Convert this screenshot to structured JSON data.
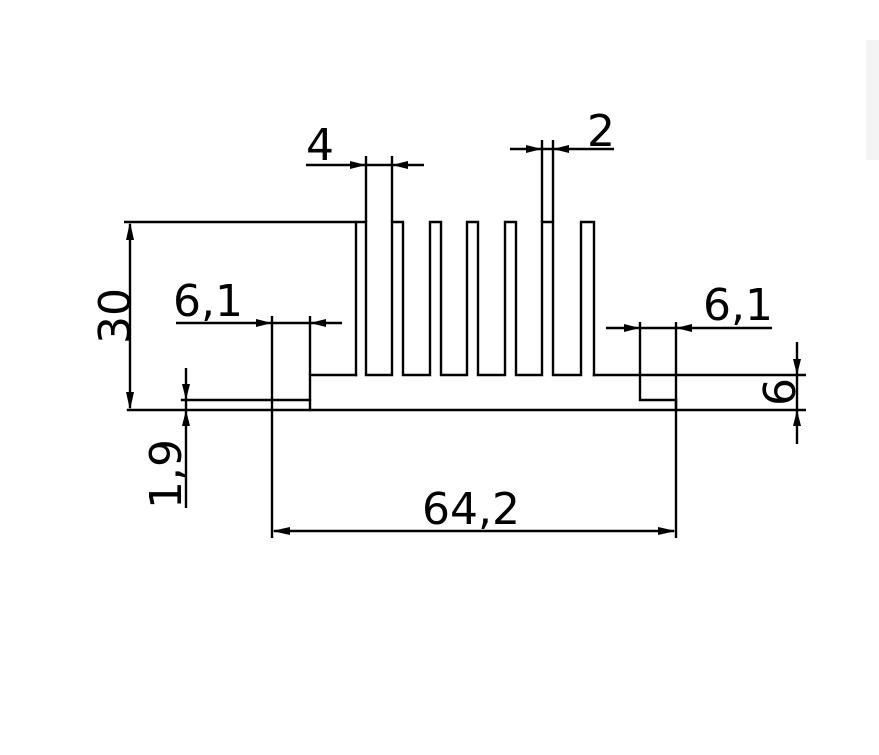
{
  "drawing": {
    "type": "heatsink-profile-cross-section",
    "dimensions": {
      "height_overall": "30",
      "fin_pitch": "4",
      "fin_thickness": "2",
      "left_flange_width": "6,1",
      "right_flange_width": "6,1",
      "flange_height": "6",
      "base_thickness": "1,9",
      "total_width": "64,2"
    },
    "line_color": "#000000",
    "background_color": "#ffffff"
  }
}
